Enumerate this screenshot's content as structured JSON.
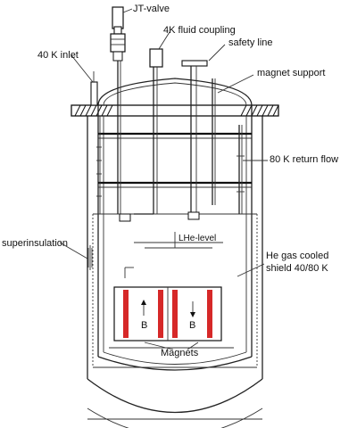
{
  "labels": {
    "jt_valve": "JT-valve",
    "fluid_coupling": "4K fluid coupling",
    "safety_line": "safety line",
    "inlet_40k": "40 K inlet",
    "magnet_support": "magnet support",
    "return_80k": "80 K return flow",
    "lhe_level": "LHe-level",
    "superinsulation": "superinsulation",
    "shield_line1": "He gas cooled",
    "shield_line2": "shield  40/80 K",
    "field_left": "B",
    "field_right": "B",
    "magnets": "Magnets"
  },
  "colors": {
    "line": "#222222",
    "magnet_coil": "#d62828"
  }
}
